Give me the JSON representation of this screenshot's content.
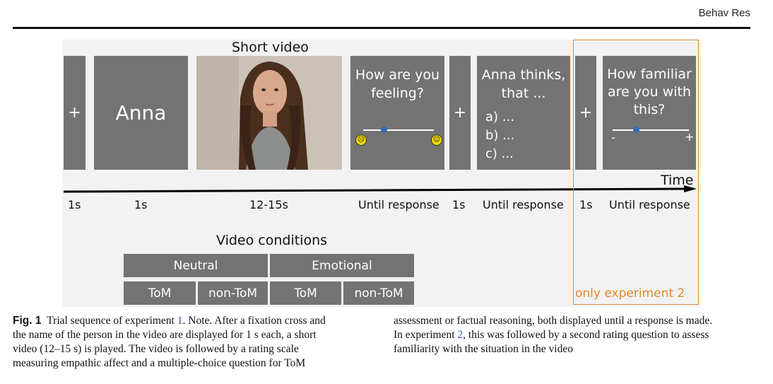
{
  "header": {
    "journal": "Behav Res"
  },
  "figure": {
    "video_title": "Short video",
    "fixation": "+",
    "name_screen": "Anna",
    "rating_q1": [
      "How are you",
      "feeling?"
    ],
    "tom_question": [
      "Anna thinks,",
      "that ..."
    ],
    "tom_options": [
      "a) ...",
      "b) ...",
      "c) ..."
    ],
    "rating_q2": [
      "How familiar",
      "are you with",
      "this?"
    ],
    "scale_minus": "-",
    "scale_plus": "+",
    "time_label": "Time",
    "durations": [
      "1s",
      "1s",
      "12-15s",
      "Until response",
      "1s",
      "Until response",
      "1s",
      "Until response"
    ],
    "conditions_title": "Video conditions",
    "cond_top": [
      "Neutral",
      "Emotional"
    ],
    "cond_bottom": [
      "ToM",
      "non-ToM",
      "ToM",
      "non-ToM"
    ],
    "only_exp2": "only experiment 2"
  },
  "caption": {
    "label": "Fig. 1",
    "col1_a": "Trial sequence of experiment ",
    "ref1": "1",
    "col1_b": ". Note. After a fixation cross and",
    "col1_l2": "the name of the person in the video are displayed for 1 s each, a short",
    "col1_l3": "video (12–15 s) is played. The video is followed by a rating scale",
    "col1_l4": "measuring empathic affect and a multiple-choice question for ToM",
    "col2_l1": "assessment or factual reasoning, both displayed until a response is made.",
    "col2_a": "In experiment ",
    "ref2": "2",
    "col2_b": ", this was followed by a second rating question to assess",
    "col2_l3": "familiarity with the situation in the video"
  }
}
